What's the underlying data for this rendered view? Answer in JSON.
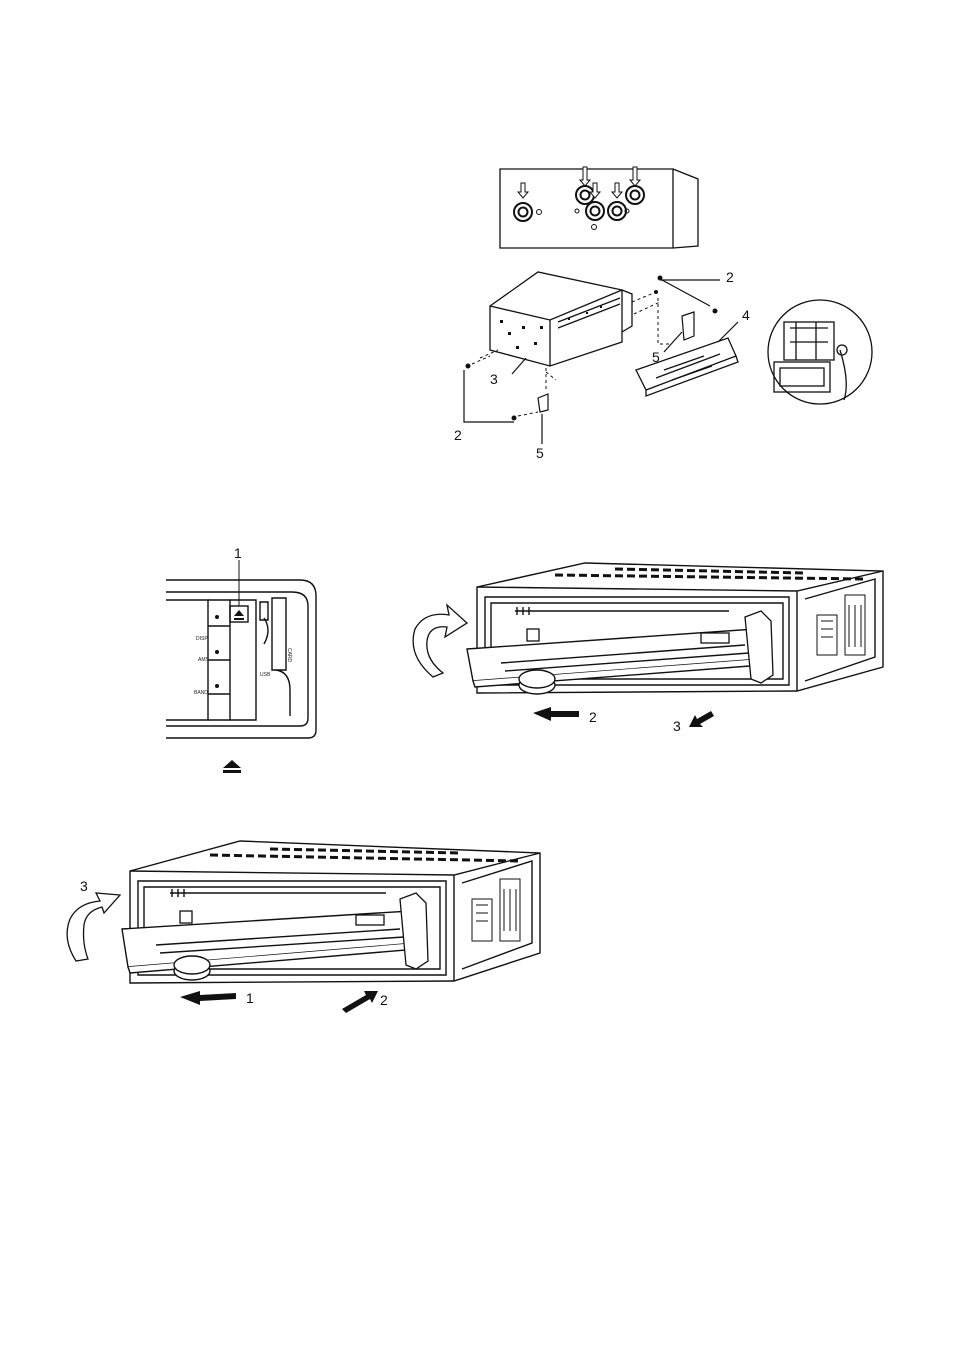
{
  "figure_top": {
    "mount_labels": {
      "screw": "2",
      "sleeve": "3",
      "trim": "4",
      "bracket": "5"
    }
  },
  "figure_panel": {
    "callout": "1",
    "buttons": [
      "DISP",
      "AMS",
      "BAND"
    ],
    "usb_label": "USB",
    "card_label": "CARD"
  },
  "figure_remove": {
    "arrow_labels": {
      "pull": "2",
      "tilt": "3"
    }
  },
  "eject_symbol": {
    "icon": "eject-icon"
  },
  "figure_install": {
    "arrow_labels": {
      "push_left": "1",
      "push_in": "2",
      "rotate": "3"
    }
  }
}
